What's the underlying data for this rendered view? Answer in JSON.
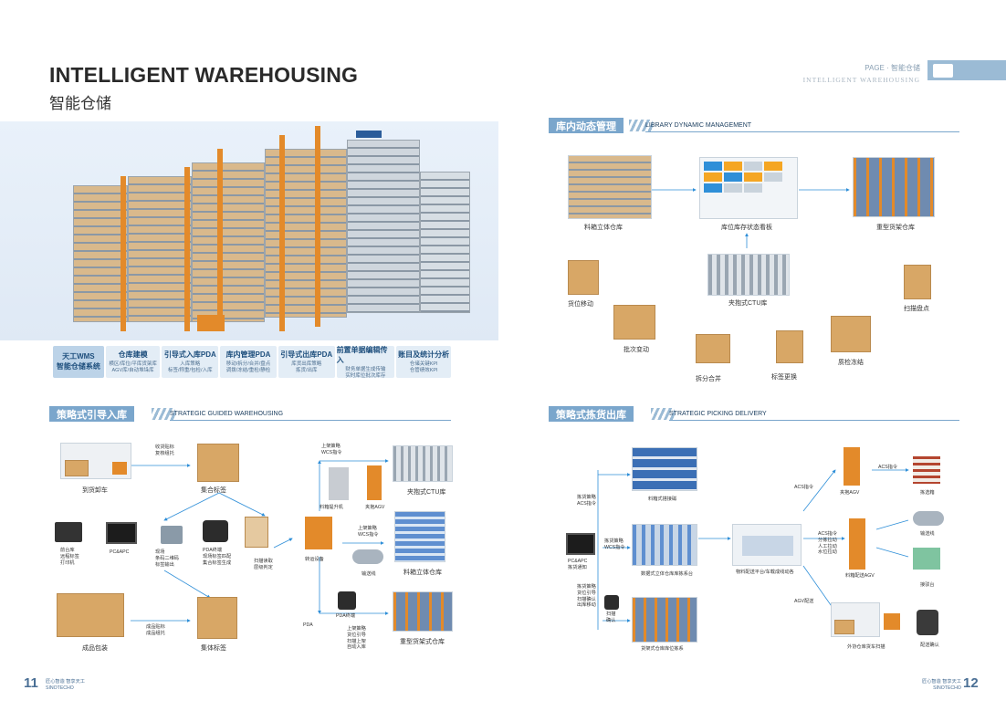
{
  "header": {
    "title_en": "INTELLIGENT WAREHOUSING",
    "title_cn": "智能仓储",
    "page_label": "PAGE · 智能仓储",
    "page_label_en": "INTELLIGENT WAREHOUSING"
  },
  "wms": {
    "system": "天工WMS\n智能仓储系统",
    "modules": [
      {
        "title": "仓库建模",
        "sub": "横区/库位/平库货架库\nAGV库/自动堆垛库"
      },
      {
        "title": "引导式入库PDA",
        "sub": "入库策略\n标签/称重/包检/入库"
      },
      {
        "title": "库内管理PDA",
        "sub": "移动/拆分/合并/盘点\n调拨/冻结/重检/静检"
      },
      {
        "title": "引导式出库PDA",
        "sub": "库货出库策略\n拣货/出库"
      },
      {
        "title": "前置单据编辑传入",
        "sub": "财务单据生成传输\n实时库位批次库存"
      },
      {
        "title": "账目及统计分析",
        "sub": "仓储关键KPI\n仓管绩效KPI"
      }
    ]
  },
  "sections": {
    "library": {
      "cn": "库内动态管理",
      "en": "LIBRARY DYNAMIC MANAGEMENT"
    },
    "inbound": {
      "cn": "策略式引导入库",
      "en": "STRATEGIC GUIDED WAREHOUSING"
    },
    "picking": {
      "cn": "策略式拣货出库",
      "en": "STRATEGIC PICKING DELIVERY"
    }
  },
  "library_labels": {
    "rack_wh": "料箱立体仓库",
    "board": "库位库存状态看板",
    "heavy_wh": "重型货架仓库",
    "move": "货位移动",
    "ctu": "夹抱式CTU库",
    "scan": "扫描盘点",
    "batch": "批次变动",
    "split": "拆分合并",
    "label": "标签更换",
    "freeze": "质检冻结"
  },
  "inbound_labels": {
    "truck": "到货卸车",
    "collect": "集合标签",
    "gather_note": "收货贴标\n复核组托",
    "front_printer": "前台库\n远程标签\n打印机",
    "pcapc": "PC&APC",
    "print_note": "现场\n条码二维码\n标签输出",
    "pda_note": "PDA终端\n现场标签匹配\n集合标签生成",
    "scan_note": "扫描读取\n层级判定",
    "product": "成品包装",
    "product_note": "成品贴标\n成品组托",
    "bulk": "集体标签",
    "convey": "转运设备",
    "up_note1": "上架策略\nWCS指令",
    "lifter": "料箱提升机",
    "agv": "夹抱AGV",
    "ctu": "夹抱式CTU库",
    "up_note2": "上架策略\nWCS指令",
    "conveyor": "输送线",
    "box_wh": "料箱立体仓库",
    "pda": "PDA",
    "pda_term": "PDA终端",
    "pda_note2": "上架策略\n货位引导\n扫描上架\n自动入库",
    "heavy": "重型货架式仓库"
  },
  "picking_labels": {
    "shelf": "料箱式搭接磁",
    "note_pick1": "拣货策略\nACS指令",
    "pcapc": "PC&APC\n拣货通知",
    "wcs_note": "拣货策略\nWCS指令",
    "retrieve": "数据式立体仓库库拣系台",
    "note_pick2": "拣货策略\n货位引导\n扫描确认\n出库移动",
    "scan_ok": "扫描\n确认",
    "heavy": "货架式仓库库位拣系",
    "center": "物料配送平台/车载成线动各",
    "acs1": "ACS指令",
    "agv1": "夹抱AGV",
    "acs2": "ACS指令",
    "shelf2": "拣选箱",
    "acs3": "ACS指令\n分拣拉动\n人工拉动\n水位拉动",
    "agv2": "料箱配送AGV",
    "belt": "输送线",
    "line2": "接驳台",
    "agv_send": "AGV配送",
    "outsource": "外协仓库货车扫描",
    "confirm": "配送确认"
  },
  "footer": {
    "left_num": "11",
    "left_text": "匠心智造 智享天工\nSINOTECHO",
    "right_num": "12",
    "right_text": "匠心智造 智享天工\nSINOTECHO"
  },
  "colors": {
    "accent": "#7aa6cc",
    "orange": "#e38a2a",
    "line": "#2f8fd8"
  }
}
